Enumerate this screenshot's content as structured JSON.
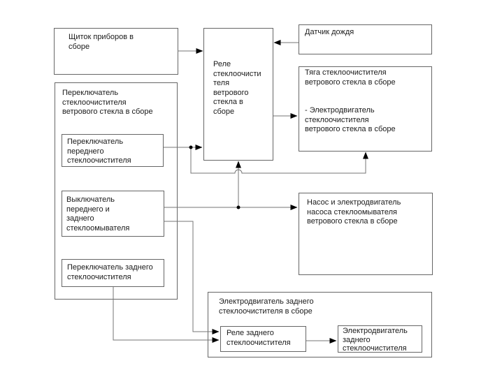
{
  "diagram": {
    "type": "block-diagram",
    "language": "ru",
    "subject": "windshield-wiper-system-wiring-overview",
    "colors": {
      "background": "#ffffff",
      "box_border": "#666666",
      "connector_line": "#757575",
      "arrowhead": "#000000",
      "text": "#1a1a1a"
    },
    "nodes": {
      "instrument_panel": {
        "label": "Щиток приборов в\nсборе"
      },
      "wiper_relay": {
        "label": "Реле\nстеклоочисти\nтеля\nветрового\nстекла в\nсборе"
      },
      "rain_sensor": {
        "label": "Датчик дождя"
      },
      "wiper_linkage": {
        "label": "Тяга стеклоочистителя\nветрового стекла в сборе",
        "sublabel": "- Электродвигатель\nстеклоочистителя\nветрового стекла в сборе"
      },
      "wiper_switch_group": {
        "label": "Переключатель\nстеклоочистителя\nветрового стекла в сборе"
      },
      "front_wiper_switch": {
        "label": "Переключатель\nпереднего\nстеклоочистителя"
      },
      "washer_switch": {
        "label": "Выключатель\nпереднего и\nзаднего\nстеклоомывателя"
      },
      "rear_wiper_switch": {
        "label": "Переключатель заднего\nстеклоочистителя"
      },
      "washer_pump": {
        "label": "Насос и электродвигатель\nнасоса стеклоомывателя\nветрового стекла в сборе"
      },
      "rear_wiper_motor_group": {
        "label": "Электродвигатель заднего\nстеклоочистителя в сборе"
      },
      "rear_wiper_relay": {
        "label": "Реле заднего\nстеклоочистителя"
      },
      "rear_wiper_motor": {
        "label": "Электродвигатель\nзаднего\nстеклоочистителя"
      }
    },
    "connections": [
      "instrument_panel -> wiper_relay",
      "rain_sensor -> wiper_relay",
      "wiper_relay -> wiper_linkage",
      "front_wiper_switch -> wiper_relay",
      "front_wiper_switch -> wiper_linkage (bottom)",
      "washer_switch -> washer_pump",
      "washer_switch -> wiper_relay (bottom)",
      "washer_switch -> rear_wiper_relay",
      "rear_wiper_switch -> rear_wiper_relay",
      "rear_wiper_relay -> rear_wiper_motor"
    ]
  }
}
